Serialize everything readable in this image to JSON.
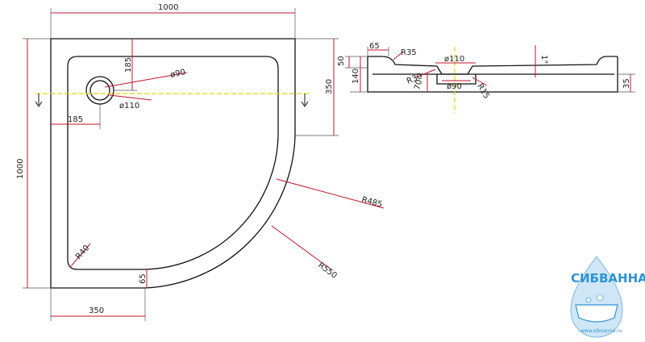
{
  "plan_view": {
    "width_top": "1000",
    "height_left": "1000",
    "drain_offset_top": "185",
    "drain_offset_left": "185",
    "drain_inner_diameter": "ø90",
    "drain_outer_diameter": "ø110",
    "straight_side_right": "350",
    "straight_side_bottom": "350",
    "inner_radius": "R485",
    "outer_radius": "R550",
    "corner_radius": "R40",
    "rim_width_bottom": "65"
  },
  "section_view": {
    "rim_width": "65",
    "rim_radius": "R35",
    "rim_height": "50",
    "total_height": "140",
    "drain_outer": "ø110",
    "drain_radius": "R30",
    "drain_depth": "70",
    "drain_inner": "ø90",
    "drain_fillet": "R15",
    "slope": "1°",
    "right_rim_height": "35"
  },
  "logo": {
    "brand": "СИБВАННА",
    "url": "www.sibvanna.ru",
    "icon": "bathtub-drop-icon",
    "color": "#2f93d2"
  },
  "colors": {
    "dimension_line": "#c0162c",
    "axis_line": "#e8d400",
    "outline": "#111111"
  }
}
